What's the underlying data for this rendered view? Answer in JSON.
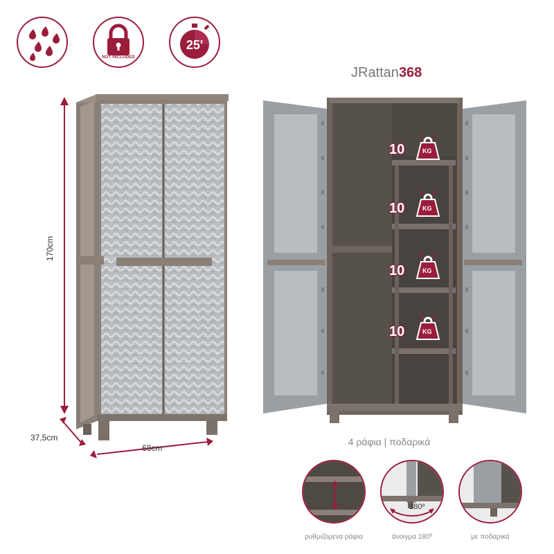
{
  "brand_color": "#9b1d3c",
  "icons": {
    "rain": "rain-drops-icon",
    "lock": "lock-icon",
    "lock_text": "NOT INCLUDED",
    "timer": "stopwatch-icon",
    "timer_value": "25'"
  },
  "product": {
    "name_prefix": "JRattan",
    "name_model": "368"
  },
  "dimensions": {
    "height": "170cm",
    "depth": "37,5cm",
    "width": "68cm"
  },
  "load": {
    "shelves": [
      {
        "value": "10",
        "unit": "KG"
      },
      {
        "value": "10",
        "unit": "KG"
      },
      {
        "value": "10",
        "unit": "KG"
      },
      {
        "value": "10",
        "unit": "KG"
      }
    ]
  },
  "caption": "4 ράφια | ποδαρικά",
  "features": [
    {
      "icon": "adjustable-shelf-icon",
      "label": "ρυθμιζόμενα ράφια"
    },
    {
      "icon": "door-opening-icon",
      "label": "άνοιγμα 180º",
      "badge": "180º"
    },
    {
      "icon": "feet-icon",
      "label": "με ποδαρικά"
    }
  ]
}
